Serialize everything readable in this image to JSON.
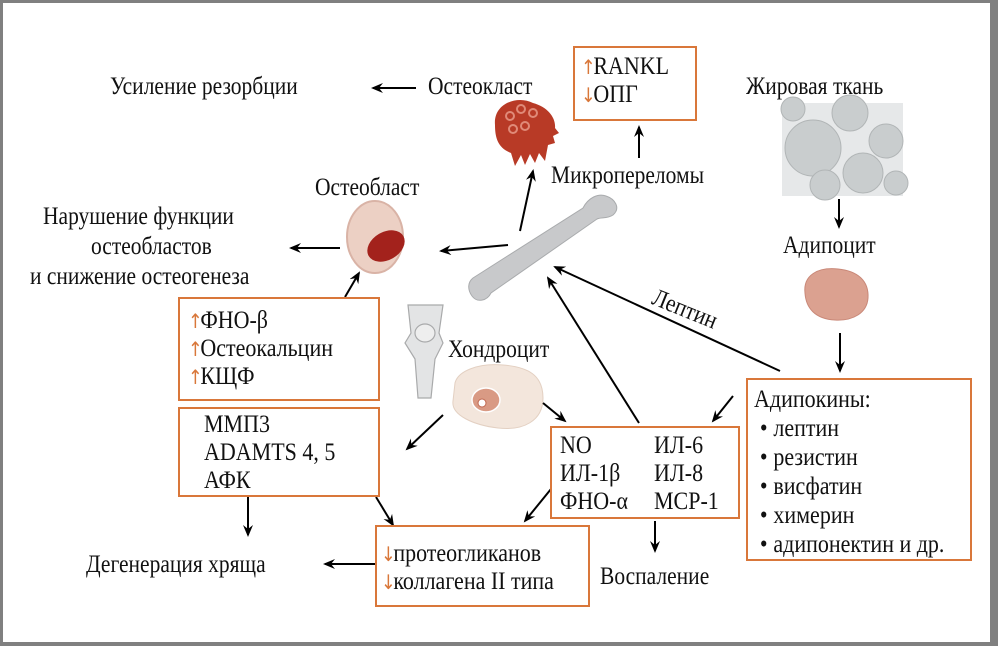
{
  "colors": {
    "box_border": "#d9773a",
    "arrow_up_down": "#d9773a",
    "arrows": "#000000",
    "frame": "#808080",
    "osteoclast": "#b83a26",
    "osteoblast_cell": "#ecd0c4",
    "osteoblast_nucleus": "#a3221c",
    "bone": "#c8c9cb",
    "adipocyte": "#dba190",
    "chondrocyte": "#f3e6dc",
    "fat_tissue": "#c9cdce"
  },
  "labels": {
    "resorption": "Усиление резорбции",
    "osteoclast": "Остеокласт",
    "fat_tissue": "Жировая ткань",
    "microfractures": "Микропереломы",
    "osteoblast": "Остеобласт",
    "osteoblast_dysfunction": [
      "Нарушение функции",
      "остеобластов",
      "и снижение остеогенеза"
    ],
    "adipocyte": "Адипоцит",
    "leptin": "Лептин",
    "chondrocyte": "Хондроцит",
    "cartilage_degeneration": "Дегенерация хряща",
    "inflammation": "Воспаление"
  },
  "boxes": {
    "rankl": [
      {
        "arrow": "↑",
        "text": "RANKL"
      },
      {
        "arrow": "↓",
        "text": "ОПГ"
      }
    ],
    "osteoblast_markers": [
      {
        "arrow": "↑",
        "text": "ФНО-β"
      },
      {
        "arrow": "↑",
        "text": "Остеокальцин"
      },
      {
        "arrow": "↑",
        "text": "КЩФ"
      }
    ],
    "enzymes": [
      "ММП3",
      "ADAMTS 4, 5",
      "АФК"
    ],
    "cytokines": {
      "left": [
        "NO",
        "ИЛ-1β",
        "ФНО-α"
      ],
      "right": [
        "ИЛ-6",
        "ИЛ-8",
        "MCP-1"
      ]
    },
    "matrix": [
      {
        "arrow": "↓",
        "text": "протеогликанов"
      },
      {
        "arrow": "↓",
        "text": "коллагена II типа"
      }
    ],
    "adipokines": {
      "title": "Адипокины:",
      "items": [
        "лептин",
        "резистин",
        "висфатин",
        "химерин",
        "адипонектин и др."
      ],
      "bullet": "•"
    }
  },
  "icons": [
    "osteoclast-cell",
    "osteoblast-cell",
    "femur-bone",
    "knee-joint",
    "chondrocyte-cell",
    "fat-tissue",
    "adipocyte-cell"
  ]
}
